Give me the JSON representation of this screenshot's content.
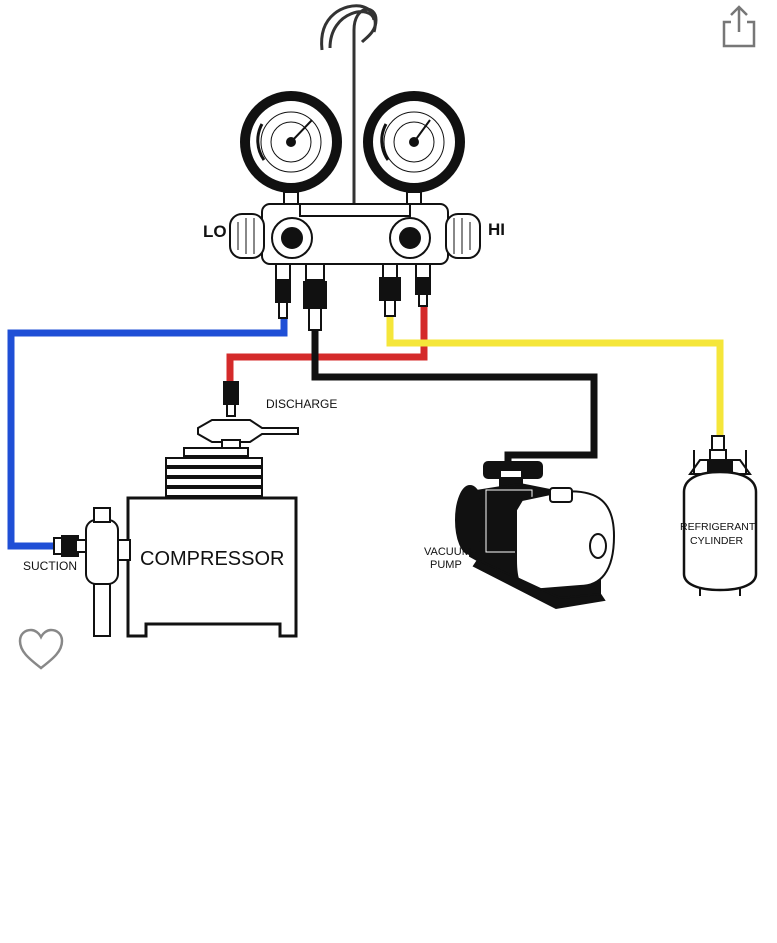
{
  "labels": {
    "lo": "LO",
    "hi": "HI",
    "discharge": "DISCHARGE",
    "suction": "SUCTION",
    "compressor": "COMPRESSOR",
    "vacuum_pump_line1": "VACUUM",
    "vacuum_pump_line2": "PUMP",
    "cylinder_line1": "REFRIGERANT",
    "cylinder_line2": "CYLINDER"
  },
  "hoses": {
    "blue": "#1f4fd6",
    "red": "#d42a2a",
    "black": "#111111",
    "yellow": "#f5e63a"
  },
  "icons": {
    "share": "share-icon",
    "favorite": "heart-outline-icon"
  }
}
